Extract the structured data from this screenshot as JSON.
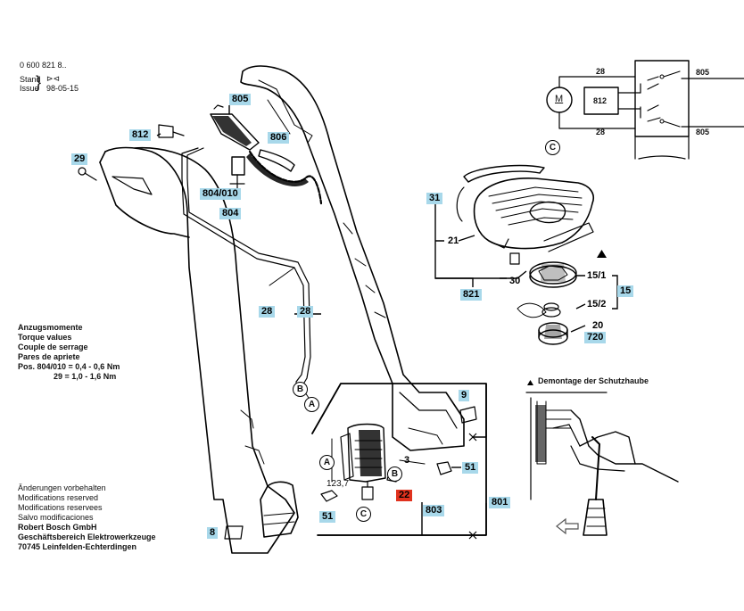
{
  "header": {
    "doc_number": "0 600 821 8..",
    "stand_label": "Stand",
    "issue_label": "Issue",
    "date": "98-05-15"
  },
  "torque": {
    "lines": [
      "Anzugsmomente",
      "Torque values",
      "Couple de serrage",
      "Pares de apriete"
    ],
    "pos_line": "Pos. 804/010 = 0,4 - 0,6 Nm",
    "pos_line2": "29 = 1,0 - 1,6 Nm"
  },
  "footer": {
    "lines": [
      "Änderungen vorbehalten",
      "Modifications reserved",
      "Modifications reservees",
      "Salvo modificaciones"
    ],
    "company": "Robert Bosch GmbH",
    "division": "Geschäftsbereich Elektrowerkzeuge",
    "address": "70745 Leinfelden-Echterdingen"
  },
  "demontage_title": "Demontage der Schutzhaube",
  "dimension": "123,7",
  "parts": {
    "p805": "805",
    "p812": "812",
    "p806": "806",
    "p29": "29",
    "p804_010": "804/010",
    "p804": "804",
    "p28a": "28",
    "p28b": "28",
    "p31": "31",
    "p21": "21",
    "p30": "30",
    "p821": "821",
    "p15_1": "15/1",
    "p15_2": "15/2",
    "p15": "15",
    "p20": "20",
    "p720": "720",
    "p9": "9",
    "p3": "3",
    "p51a": "51",
    "p51b": "51",
    "p22": "22",
    "p803": "803",
    "p801": "801",
    "p8": "8"
  },
  "callouts": {
    "a": "A",
    "b": "B",
    "c": "C"
  },
  "wiring": {
    "motor": "M",
    "switch": "812",
    "w28_top": "28",
    "w28_bottom": "28",
    "w805_top": "805",
    "w805_bottom": "805"
  }
}
